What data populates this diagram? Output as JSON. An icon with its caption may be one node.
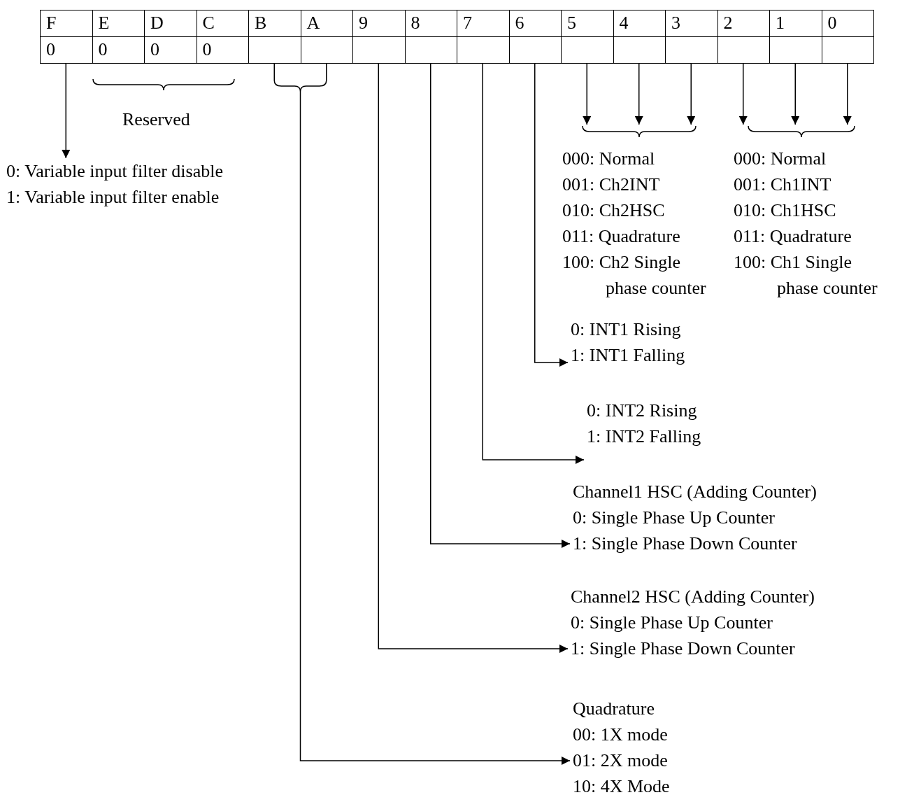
{
  "diagram": {
    "nodes": [
      {
        "text": [
          "0"
        ]
      },
      {
        "text": [
          "0"
        ]
      },
      {
        "text": [
          "0"
        ]
      },
      {
        "text": [
          "0"
        ]
      },
      {
        "text": [],
        "shape": "box"
      },
      {
        "text": [],
        "shape": "box"
      },
      {
        "text": [],
        "shape": "box"
      },
      {
        "text": [],
        "shape": "box"
      },
      {
        "text": [],
        "shape": "box"
      },
      {
        "text": [],
        "shape": "box"
      },
      {
        "text": [],
        "shape": "box"
      },
      {
        "text": [],
        "shape": "box"
      },
      {
        "text": [],
        "shape": "box"
      },
      {
        "text": [],
        "shape": "box"
      },
      {
        "text": [],
        "shape": "box"
      },
      {
        "text": [],
        "shape": "box"
      },
      {
        "text": [
          "000: Normal",
          "001: Ch2INT",
          "010: Ch2HSC",
          "011: Quadrature",
          "100: Ch2 Single phase counter"
        ]
      },
      {
        "text": [
          "000: Normal",
          "001: Ch1INT",
          "010: Ch1HSC",
          "011: Quadrature",
          "100: Ch1 Single phase counter"
        ]
      },
      {
        "text": [
          "0: Variable input filter disable",
          "1: Variable input filter enable"
        ]
      },
      {
        "text": [
          "0: INT1 Rising",
          "1: INT1 Falling"
        ]
      },
      {
        "text": [
          "0: INT2 Rising",
          "1: INT2 Falling"
        ]
      },
      {
        "text": [
          "Channel1 HSC (Adding Counter)",
          "0: Single Phase Up Counter",
          "1: Single Phase Down Counter"
        ]
      },
      {
        "text": [
          "Channel2 HSC (Adding Counter)",
          "0: Single Phase Up Counter",
          "1: Single Phase Down Counter"
        ]
      },
      {
        "text": [
          "Quadrature",
          "00: 1X mode",
          "01: 2X mode",
          "10: 4X Mode"
        ]
      }
    ],
    "edges": [
      {
        "from": 0,
        "to": 18,
        "arrow": "to"
      },
      {
        "from": 4,
        "to": 23,
        "arrow": "to"
      },
      {
        "from": 5,
        "to": 23,
        "arrow": "to"
      },
      {
        "from": 6,
        "to": 22,
        "arrow": "to"
      },
      {
        "from": 7,
        "to": 21,
        "arrow": "to"
      },
      {
        "from": 8,
        "to": 20,
        "arrow": "to"
      },
      {
        "from": 9,
        "to": 19,
        "arrow": "to"
      },
      {
        "from": 10,
        "to": 16,
        "arrow": "to"
      },
      {
        "from": 11,
        "to": 16,
        "arrow": "to"
      },
      {
        "from": 12,
        "to": 16,
        "arrow": "to"
      },
      {
        "from": 13,
        "to": 17,
        "arrow": "to"
      },
      {
        "from": 14,
        "to": 17,
        "arrow": "to"
      },
      {
        "from": 15,
        "to": 17,
        "arrow": "to"
      }
    ],
    "labels": [
      "F",
      "E",
      "D",
      "C",
      "B",
      "A",
      "9",
      "8",
      "7",
      "6",
      "5",
      "4",
      "3",
      "2",
      "1",
      "0",
      "Reserved"
    ]
  }
}
